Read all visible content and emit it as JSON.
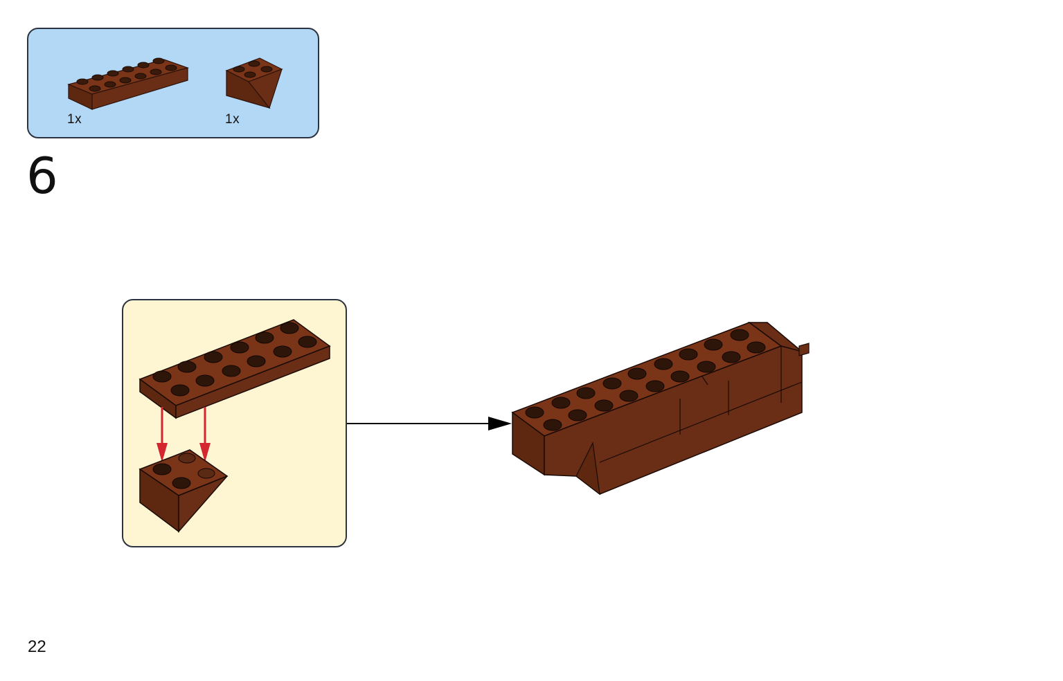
{
  "parts_list": {
    "items": [
      {
        "part": "brick-2x6-plate-icon",
        "quantity": "1x"
      },
      {
        "part": "brick-slope-inverted-icon",
        "quantity": "1x"
      }
    ]
  },
  "step": {
    "number": "6"
  },
  "page": {
    "number": "22"
  },
  "colors": {
    "brick": "#6a2e16",
    "brick_dark": "#4a1f0d",
    "stud": "#2e150a",
    "parts_background": "#b3d8f5",
    "subassembly_background": "#fef5d3",
    "arrow_red": "#d3262f",
    "outline": "#2c3340"
  }
}
